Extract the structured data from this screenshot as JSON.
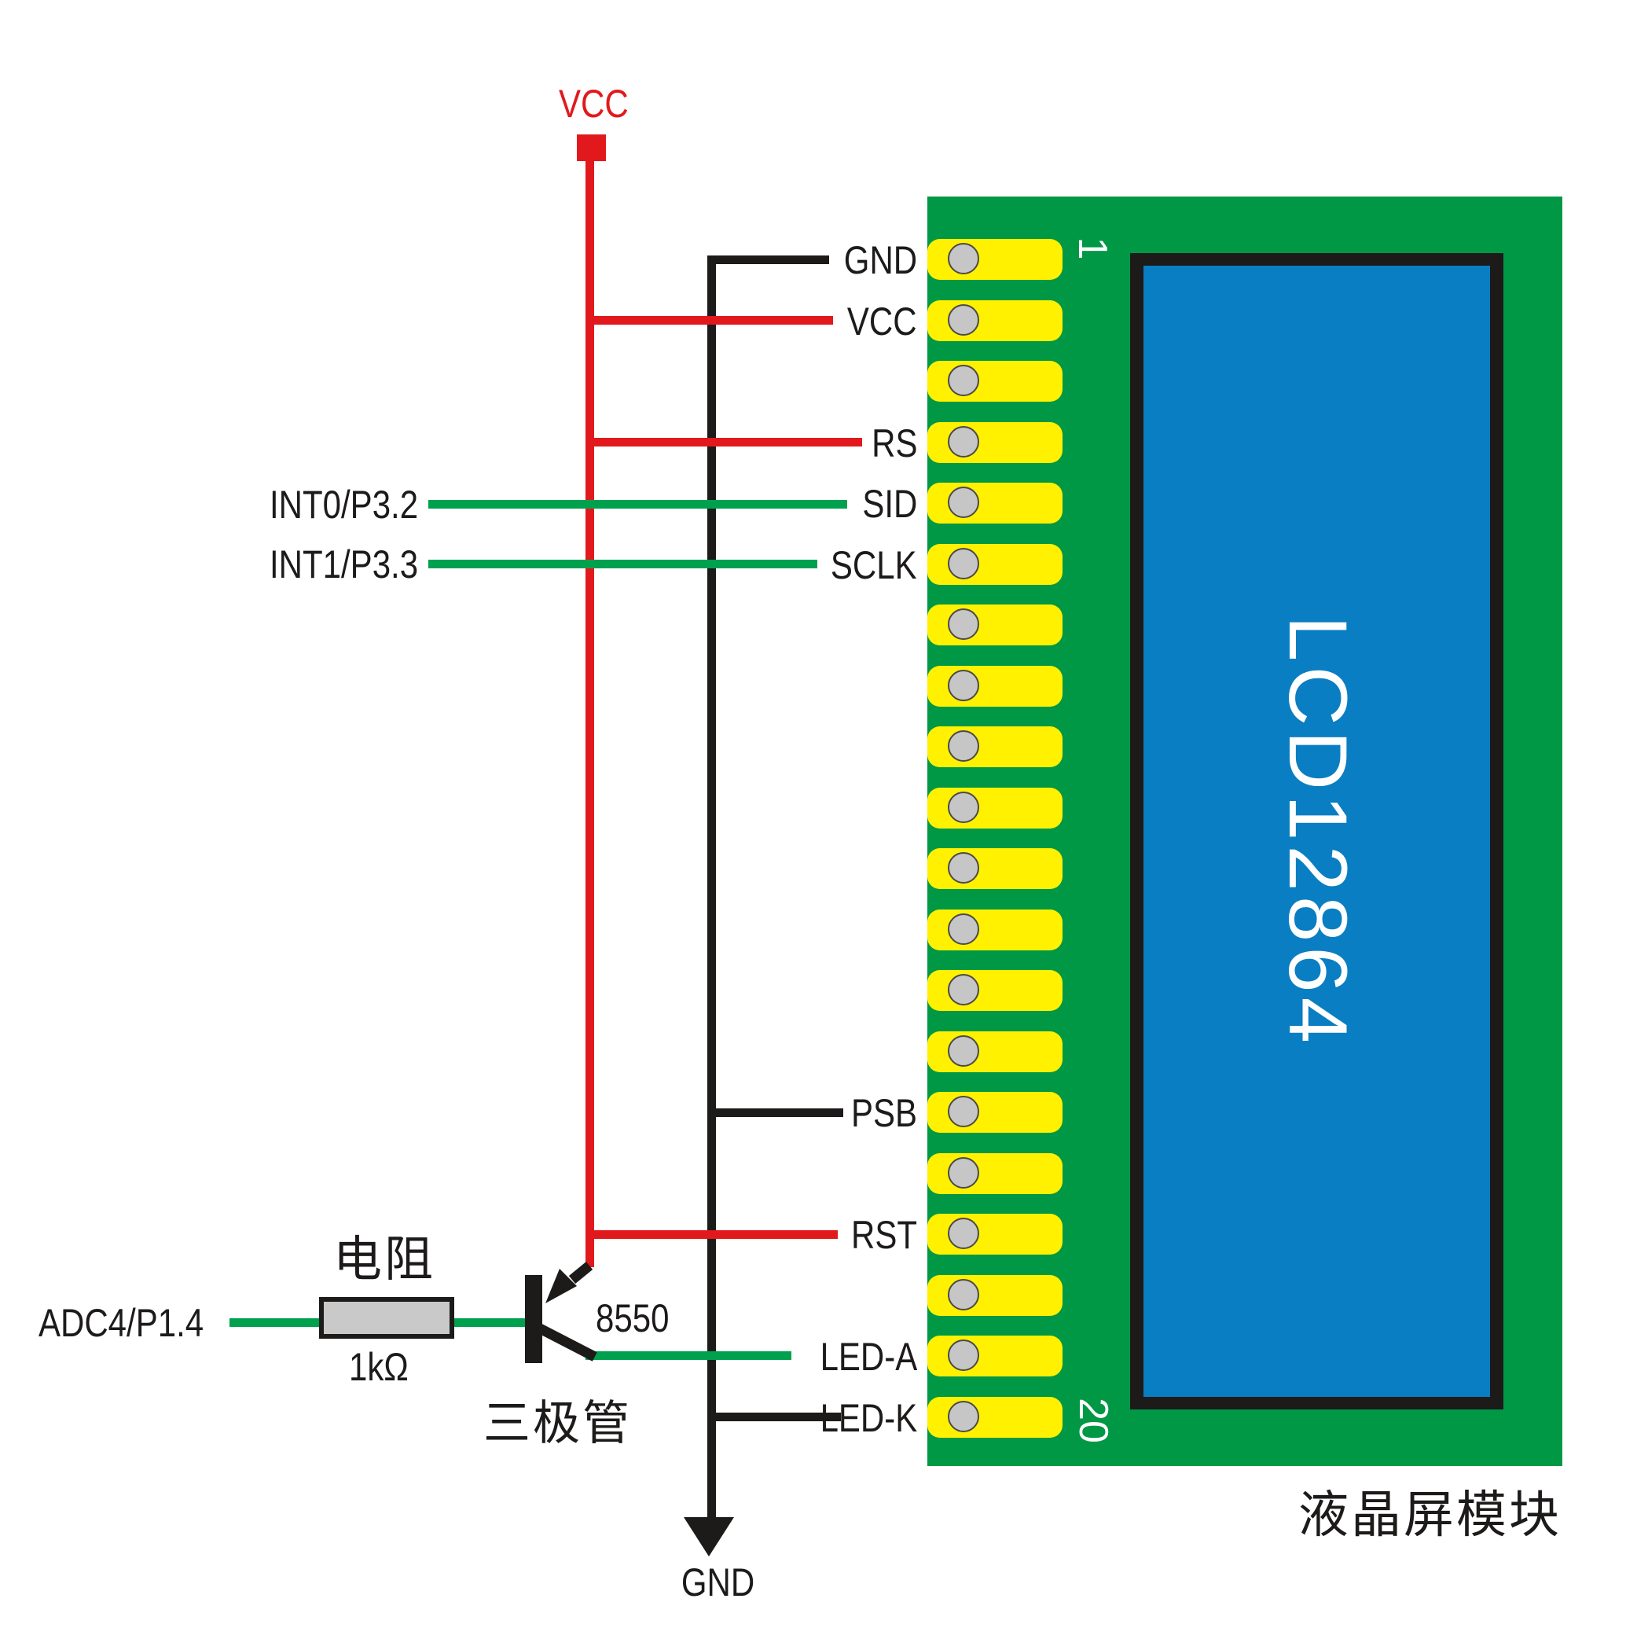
{
  "colors": {
    "red": "#e2191c",
    "wire_green": "#00a14e",
    "pcb_green": "#009845",
    "pin_yellow": "#fff100",
    "hole_grey": "#c6c6c6",
    "screen_blue": "#0a7ec2",
    "resistor_grey": "#c9c9c9",
    "ink_black": "#1d1a1a",
    "white": "#ffffff"
  },
  "power": {
    "vcc_top_label": "VCC",
    "gnd_bottom_label": "GND"
  },
  "mcu_signals": {
    "int0": "INT0/P3.2",
    "int1": "INT1/P3.3",
    "adc4": "ADC4/P1.4"
  },
  "resistor": {
    "name": "电阻",
    "value": "1kΩ"
  },
  "transistor": {
    "part_number": "8550",
    "name": "三极管"
  },
  "lcd_module": {
    "screen_text": "LCD12864",
    "module_label": "液晶屏模块",
    "first_pin_marker": "1",
    "last_pin_marker": "20",
    "pins": [
      {
        "n": 1,
        "label": "GND"
      },
      {
        "n": 2,
        "label": "VCC"
      },
      {
        "n": 3,
        "label": ""
      },
      {
        "n": 4,
        "label": "RS"
      },
      {
        "n": 5,
        "label": "SID"
      },
      {
        "n": 6,
        "label": "SCLK"
      },
      {
        "n": 7,
        "label": ""
      },
      {
        "n": 8,
        "label": ""
      },
      {
        "n": 9,
        "label": ""
      },
      {
        "n": 10,
        "label": ""
      },
      {
        "n": 11,
        "label": ""
      },
      {
        "n": 12,
        "label": ""
      },
      {
        "n": 13,
        "label": ""
      },
      {
        "n": 14,
        "label": ""
      },
      {
        "n": 15,
        "label": "PSB"
      },
      {
        "n": 16,
        "label": ""
      },
      {
        "n": 17,
        "label": "RST"
      },
      {
        "n": 18,
        "label": ""
      },
      {
        "n": 19,
        "label": "LED-A"
      },
      {
        "n": 20,
        "label": "LED-K"
      }
    ]
  }
}
